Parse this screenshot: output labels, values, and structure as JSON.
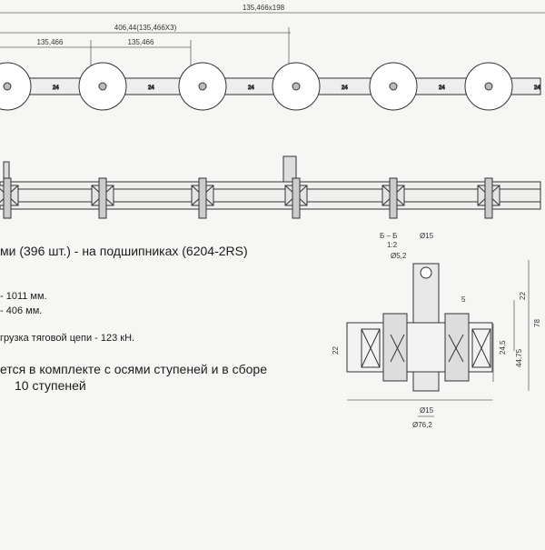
{
  "drawing": {
    "top_dimension": "135,466x198",
    "pitch_total": "406,44(135,466X3)",
    "pitch_1": "135,466",
    "pitch_2": "135,466",
    "link_mark": "24"
  },
  "notes": [
    "ми (396 шт.) - на подшипниках (6204-2RS)",
    "- 1011 мм.",
    "- 406 мм.",
    "грузка тяговой цепи - 123 кН.",
    "ется в комплекте с осями ступеней и в сборе",
    "10 ступеней"
  ],
  "section": {
    "label": "Б – Б",
    "scale": "1:2",
    "dims": {
      "top_dia": "Ø15",
      "hole_dia": "Ø5,2",
      "d_small": "5",
      "h_top": "22",
      "h_total": "78",
      "h_left": "22",
      "h_mid": "24,5",
      "h_right": "44,75",
      "w_inner": "Ø15",
      "w_roller": "Ø76,2"
    }
  }
}
